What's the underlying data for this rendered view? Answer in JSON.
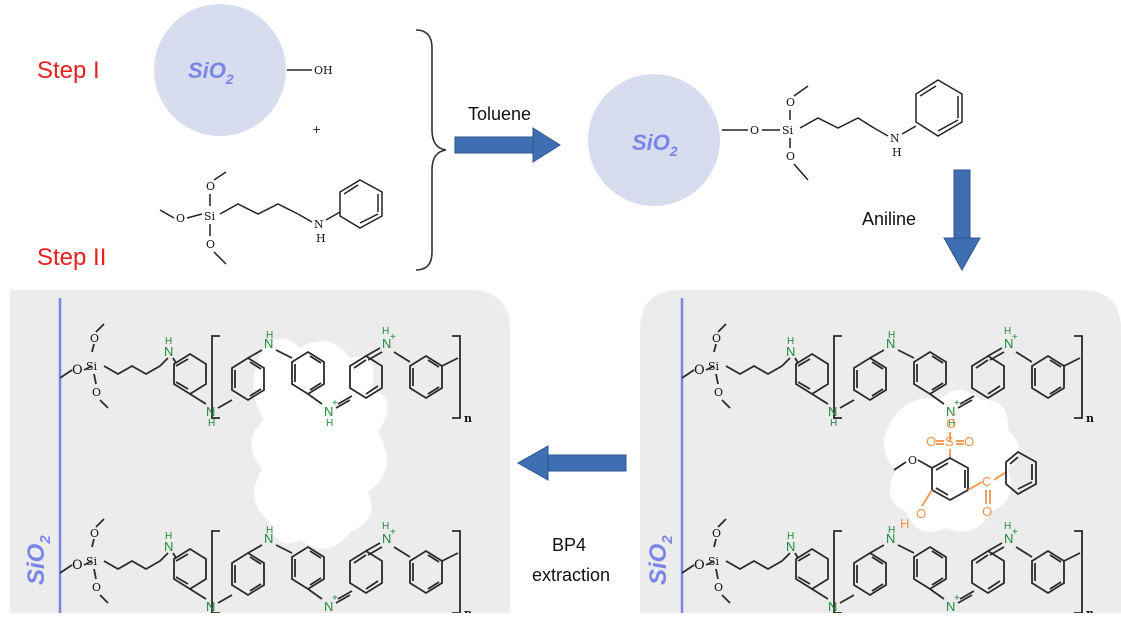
{
  "steps": {
    "step1": "Step I",
    "step2": "Step II"
  },
  "sio2": {
    "text": "SiO",
    "sub": "2"
  },
  "chem": {
    "oh": "OH",
    "plus": "+",
    "o": "O",
    "si": "Si",
    "n": "N",
    "h": "H",
    "nplus": "+",
    "n_sub": "n"
  },
  "sulfonate": {
    "o": "O",
    "s": "S",
    "minus": "-"
  },
  "carbonyl": {
    "c": "C"
  },
  "reagents": {
    "toluene": "Toluene",
    "aniline": "Aniline",
    "bp4_line1": "BP4",
    "bp4_line2": "extraction"
  },
  "colors": {
    "step": "#e8201e",
    "particle": "#d7dcef",
    "sio2_text": "#7a86e6",
    "arrow": "#3f6fb3",
    "panel": "#ececec",
    "pani": "#1e8b3a",
    "bp4": "#f0944a"
  }
}
